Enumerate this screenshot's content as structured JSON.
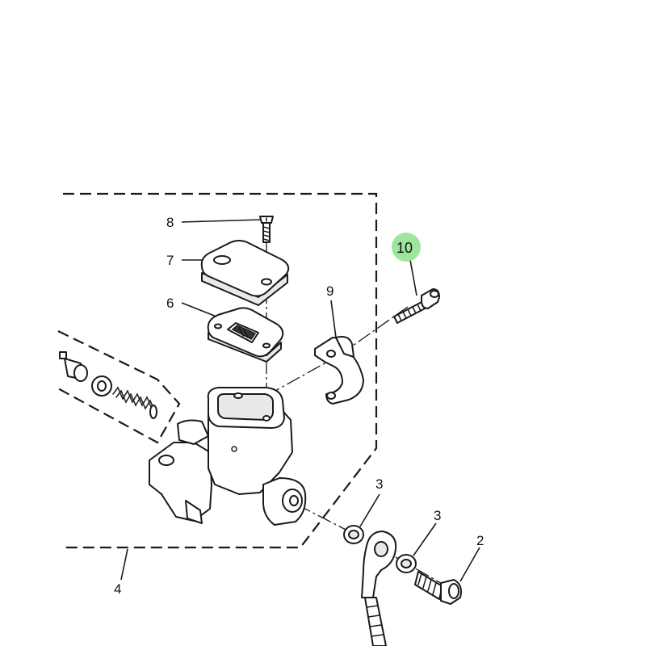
{
  "diagram": {
    "callouts": [
      {
        "id": "c1",
        "number": "2"
      },
      {
        "id": "c2",
        "number": "3"
      },
      {
        "id": "c3",
        "number": "3"
      },
      {
        "id": "c4",
        "number": "4"
      },
      {
        "id": "c5",
        "number": "6"
      },
      {
        "id": "c6",
        "number": "7"
      },
      {
        "id": "c7",
        "number": "8"
      },
      {
        "id": "c8",
        "number": "9"
      },
      {
        "id": "c9",
        "number": "10"
      }
    ],
    "highlighted_callout": "10",
    "colors": {
      "highlight": "#7ddc7d",
      "line": "#1a1a1a",
      "background": "#ffffff"
    }
  }
}
